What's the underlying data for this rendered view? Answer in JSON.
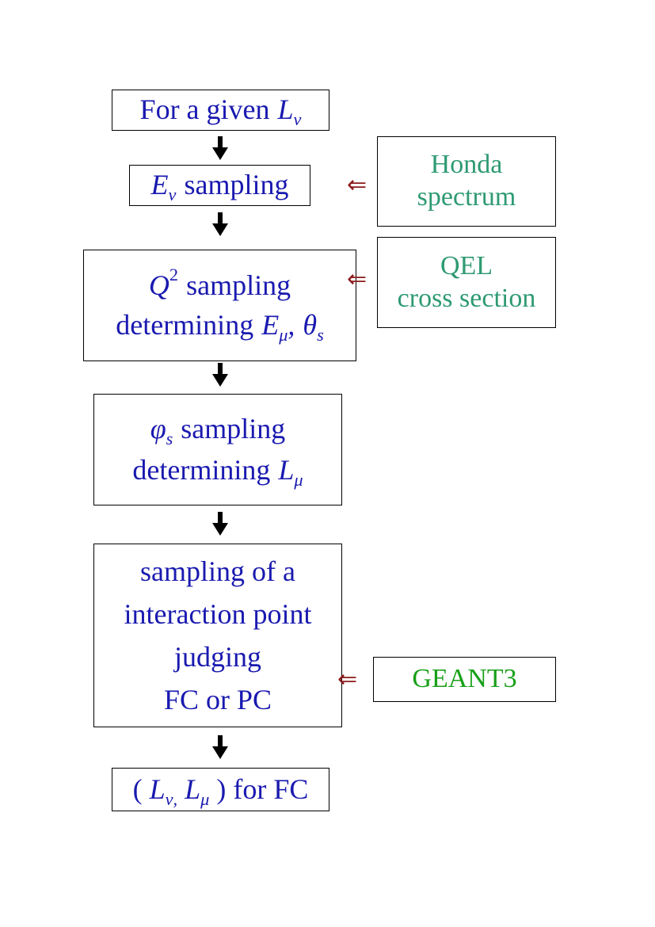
{
  "main": {
    "step1": {
      "prefix": "For a given",
      "sym": "L",
      "sub": "ν"
    },
    "step2": {
      "sym": "E",
      "sub": "ν",
      "text": "sampling"
    },
    "step3": {
      "sym": "Q",
      "sup": "2",
      "text": "sampling",
      "line2": "determining",
      "sym2": "E",
      "sub2": "μ",
      "sep": ",",
      "sym3": "θ",
      "sub3": "s"
    },
    "step4": {
      "sym": "φ",
      "sub": "s",
      "text": "sampling",
      "line2": "determining",
      "sym2": "L",
      "sub2": "μ"
    },
    "step5": {
      "lines": [
        "sampling of a",
        "interaction point",
        "judging",
        "FC or PC"
      ]
    },
    "step6": {
      "open": "(",
      "sym1": "L",
      "sub1": "ν,",
      "sym2": "L",
      "sub2": "μ",
      "close": ")",
      "suffix": "for FC"
    }
  },
  "side": {
    "honda": {
      "line1": "Honda",
      "line2": "spectrum"
    },
    "qel": {
      "line1": "QEL",
      "line2": "cross section"
    },
    "geant": {
      "label": "GEANT3"
    }
  },
  "symbols": {
    "input_arrow": "⇐"
  },
  "colors": {
    "main_text": "#1a1ab0",
    "side_text": "#2e9a72",
    "geant_text": "#18a018",
    "input_arrow": "#8b1a1a"
  }
}
